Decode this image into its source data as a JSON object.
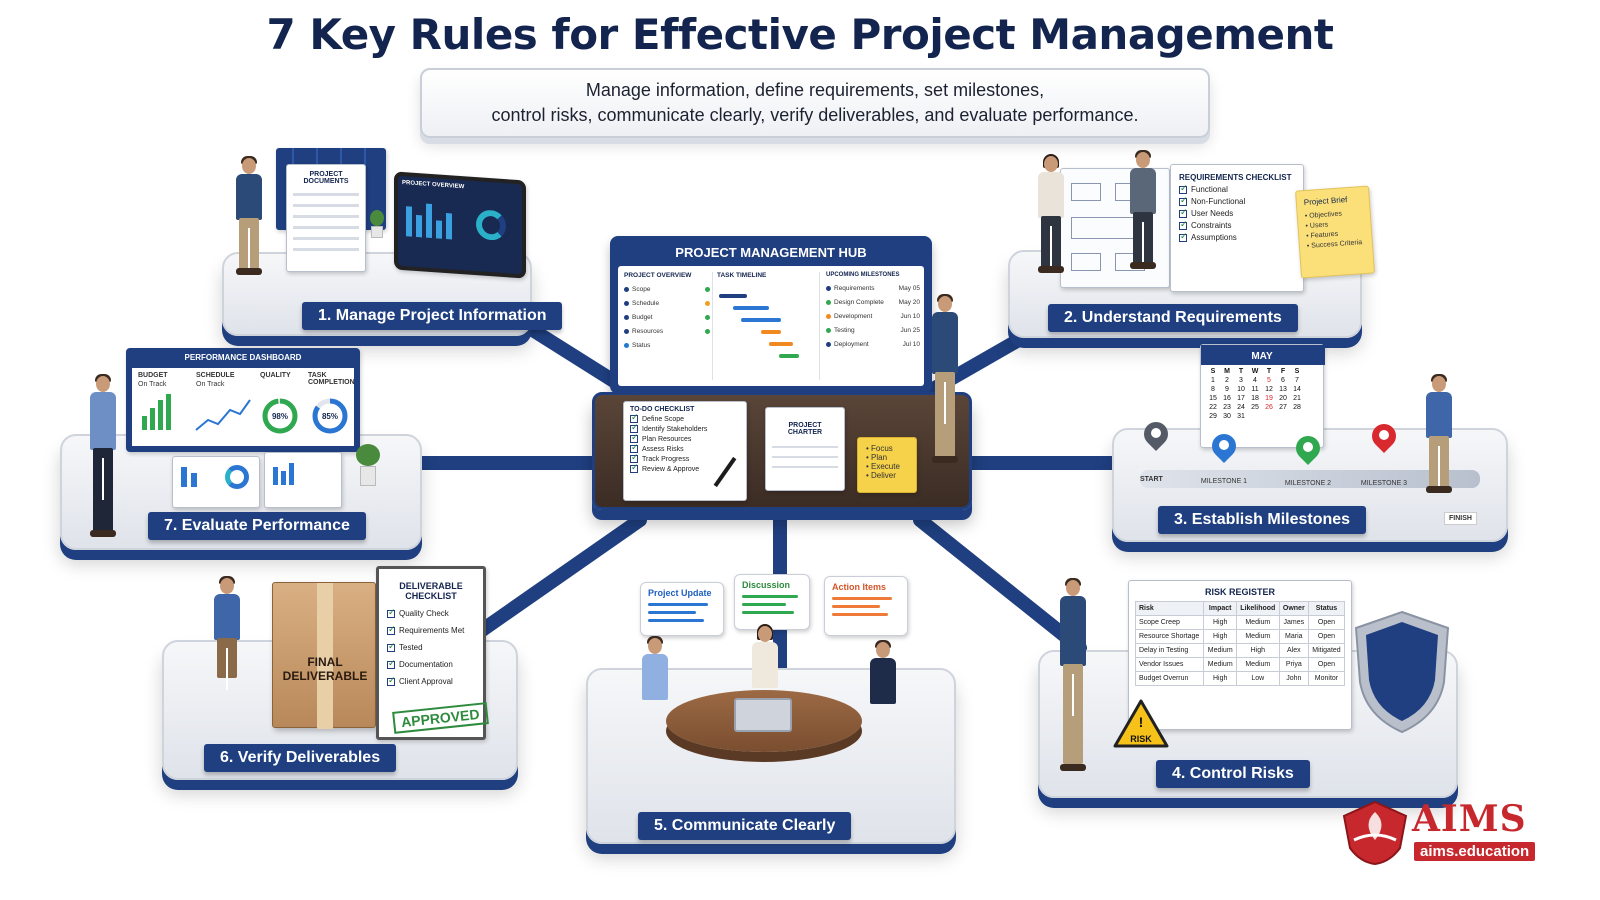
{
  "title": "7 Key Rules for Effective Project Management",
  "subtitle": {
    "line1": "Manage information, define requirements, set milestones,",
    "line2": "control risks, communicate clearly, verify deliverables, and evaluate performance."
  },
  "colors": {
    "navy": "#1f3f80",
    "brand_red": "#c7282d"
  },
  "hub": {
    "title": "PROJECT MANAGEMENT HUB",
    "overview_title": "PROJECT OVERVIEW",
    "overview_items": [
      "Scope",
      "Schedule",
      "Budget",
      "Resources",
      "Status"
    ],
    "timeline_title": "TASK TIMELINE",
    "milestones_title": "UPCOMING MILESTONES",
    "milestones": [
      {
        "name": "Requirements",
        "date": "May 05"
      },
      {
        "name": "Design Complete",
        "date": "May 20"
      },
      {
        "name": "Development",
        "date": "Jun 10"
      },
      {
        "name": "Testing",
        "date": "Jun 25"
      },
      {
        "name": "Deployment",
        "date": "Jul 10"
      }
    ],
    "todo_title": "TO-DO CHECKLIST",
    "todo_items": [
      "Define Scope",
      "Identify Stakeholders",
      "Plan Resources",
      "Assess Risks",
      "Track Progress",
      "Review & Approve"
    ],
    "charter": "PROJECT CHARTER",
    "sticky": [
      "• Focus",
      "• Plan",
      "• Execute",
      "• Deliver"
    ]
  },
  "rule1": {
    "label": "1. Manage Project Information",
    "doc_title": "PROJECT DOCUMENTS",
    "tablet_title": "PROJECT OVERVIEW"
  },
  "rule2": {
    "label": "2. Understand Requirements",
    "checklist_title": "REQUIREMENTS CHECKLIST",
    "checklist_items": [
      "Functional",
      "Non-Functional",
      "User Needs",
      "Constraints",
      "Assumptions"
    ],
    "brief_title": "Project Brief",
    "brief_items": [
      "• Objectives",
      "• Users",
      "• Features",
      "• Success Criteria"
    ]
  },
  "rule3": {
    "label": "3. Establish Milestones",
    "month": "MAY",
    "weekdays": [
      "S",
      "M",
      "T",
      "W",
      "T",
      "F",
      "S"
    ],
    "days": [
      "1",
      "2",
      "3",
      "4",
      "5",
      "6",
      "7",
      "8",
      "9",
      "10",
      "11",
      "12",
      "13",
      "14",
      "15",
      "16",
      "17",
      "18",
      "19",
      "20",
      "21",
      "22",
      "23",
      "24",
      "25",
      "26",
      "27",
      "28",
      "29",
      "30",
      "31"
    ],
    "start": "START",
    "finish": "FINISH",
    "milestones": [
      "MILESTONE 1",
      "MILESTONE 2",
      "MILESTONE 3"
    ]
  },
  "rule4": {
    "label": "4. Control Risks",
    "register_title": "RISK REGISTER",
    "headers": [
      "Risk",
      "Impact",
      "Likelihood",
      "Owner",
      "Status"
    ],
    "rows": [
      [
        "Scope Creep",
        "High",
        "Medium",
        "James",
        "Open"
      ],
      [
        "Resource Shortage",
        "High",
        "Medium",
        "Maria",
        "Open"
      ],
      [
        "Delay in Testing",
        "Medium",
        "High",
        "Alex",
        "Mitigated"
      ],
      [
        "Vendor Issues",
        "Medium",
        "Medium",
        "Priya",
        "Open"
      ],
      [
        "Budget Overrun",
        "High",
        "Low",
        "John",
        "Monitor"
      ]
    ],
    "warning": "RISK"
  },
  "rule5": {
    "label": "5. Communicate Clearly",
    "bubbles": [
      "Project Update",
      "Discussion",
      "Action Items"
    ]
  },
  "rule6": {
    "label": "6. Verify Deliverables",
    "box_text": "FINAL DELIVERABLE",
    "checklist_title": "DELIVERABLE CHECKLIST",
    "checklist_items": [
      "Quality Check",
      "Requirements Met",
      "Tested",
      "Documentation",
      "Client Approval"
    ],
    "stamp": "APPROVED"
  },
  "rule7": {
    "label": "7. Evaluate Performance",
    "dashboard_title": "PERFORMANCE DASHBOARD",
    "budget": "BUDGET",
    "budget_status": "On Track",
    "schedule": "SCHEDULE",
    "schedule_status": "On Track",
    "quality": "QUALITY",
    "quality_value": "98%",
    "task": "TASK COMPLETION",
    "task_value": "85%",
    "quality_fraction": 0.98,
    "task_fraction": 0.85
  },
  "logo": {
    "word": "AIMS",
    "url": "aims.education"
  }
}
